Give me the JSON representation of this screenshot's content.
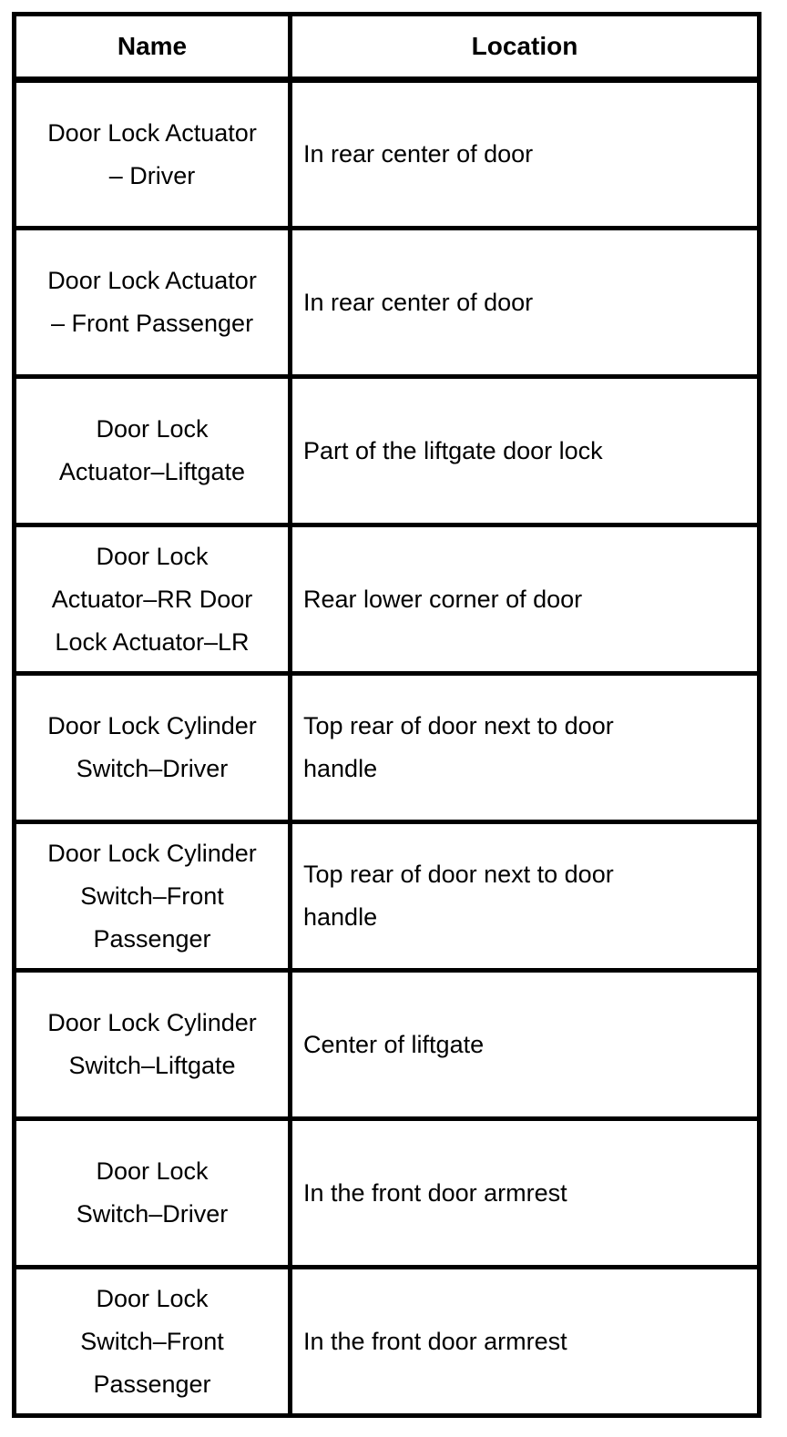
{
  "page": {
    "background_color": "#ffffff",
    "border_color": "#000000",
    "text_color": "#000000"
  },
  "table": {
    "columns": [
      {
        "label": "Name"
      },
      {
        "label": "Location"
      }
    ],
    "rows": [
      {
        "name": "Door Lock Actuator\n– Driver",
        "location": "In rear center of door"
      },
      {
        "name": "Door Lock Actuator\n– Front Passenger",
        "location": "In rear center of door"
      },
      {
        "name": "Door Lock\nActuator–Liftgate",
        "location": "Part of the liftgate door lock"
      },
      {
        "name": "Door Lock\nActuator–RR Door\nLock Actuator–LR",
        "location": "Rear lower corner of door"
      },
      {
        "name": "Door Lock Cylinder\nSwitch–Driver",
        "location": "Top rear of door next to door\nhandle"
      },
      {
        "name": "Door Lock Cylinder\nSwitch–Front\nPassenger",
        "location": "Top rear of door next to door\nhandle"
      },
      {
        "name": "Door Lock Cylinder\nSwitch–Liftgate",
        "location": "Center of liftgate"
      },
      {
        "name": "Door Lock\nSwitch–Driver",
        "location": "In the front door armrest"
      },
      {
        "name": "Door Lock\nSwitch–Front\nPassenger",
        "location": "In the front door armrest"
      }
    ]
  }
}
